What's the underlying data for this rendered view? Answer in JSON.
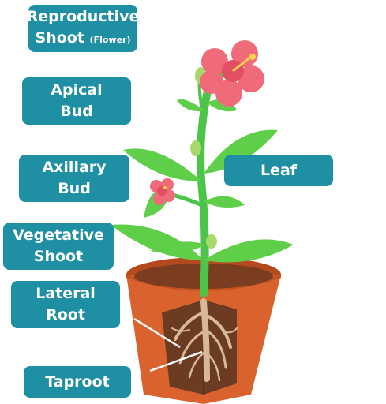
{
  "labels": {
    "reproductive_shoot": {
      "line1": "Reproductive",
      "line2": "Shoot",
      "note": "(Flower)"
    },
    "apical_bud": {
      "line1": "Apical",
      "line2": "Bud"
    },
    "axillary_bud": {
      "line1": "Axillary",
      "line2": "Bud"
    },
    "leaf": {
      "text": "Leaf"
    },
    "vegetative_shoot": {
      "line1": "Vegetative",
      "line2": "Shoot"
    },
    "lateral_root": {
      "line1": "Lateral",
      "line2": "Root"
    },
    "taproot": {
      "text": "Taproot"
    }
  },
  "colors": {
    "label_bg": "#1f8fa3",
    "leaf_green": "#5fcf4a",
    "stem_green": "#4cc44a",
    "flower_pink": "#f06b7a",
    "pot_orange": "#d9622e",
    "soil_brown": "#6b3b22",
    "root_tan": "#d8b896"
  }
}
